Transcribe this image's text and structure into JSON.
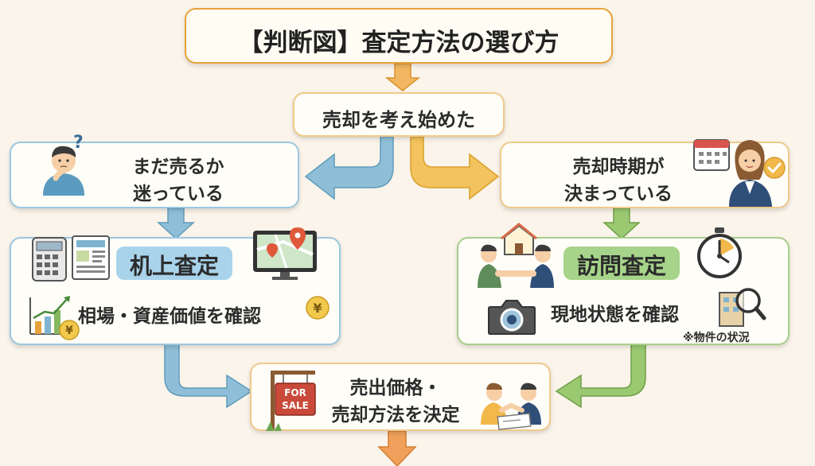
{
  "title": "【判断図】査定方法の選び方",
  "start": "売却を考え始めた",
  "left": {
    "question": [
      "まだ売るか",
      "迷っている"
    ],
    "method": "机上査定",
    "detail": "相場・資産価値を確認"
  },
  "right": {
    "question": [
      "売却時期が",
      "決まっている"
    ],
    "method": "訪問査定",
    "detail": "現地状態を確認",
    "note": "※物件の状況"
  },
  "result": [
    "売出価格・",
    "売却方法を決定"
  ],
  "sign": [
    "FOR",
    "SALE"
  ],
  "colors": {
    "orange": "#e8a23a",
    "blue_arrow": "#7bb0cc",
    "green_arrow": "#86b85e",
    "blue_pill": "#a9d3ea",
    "green_pill": "#a6d48a"
  }
}
